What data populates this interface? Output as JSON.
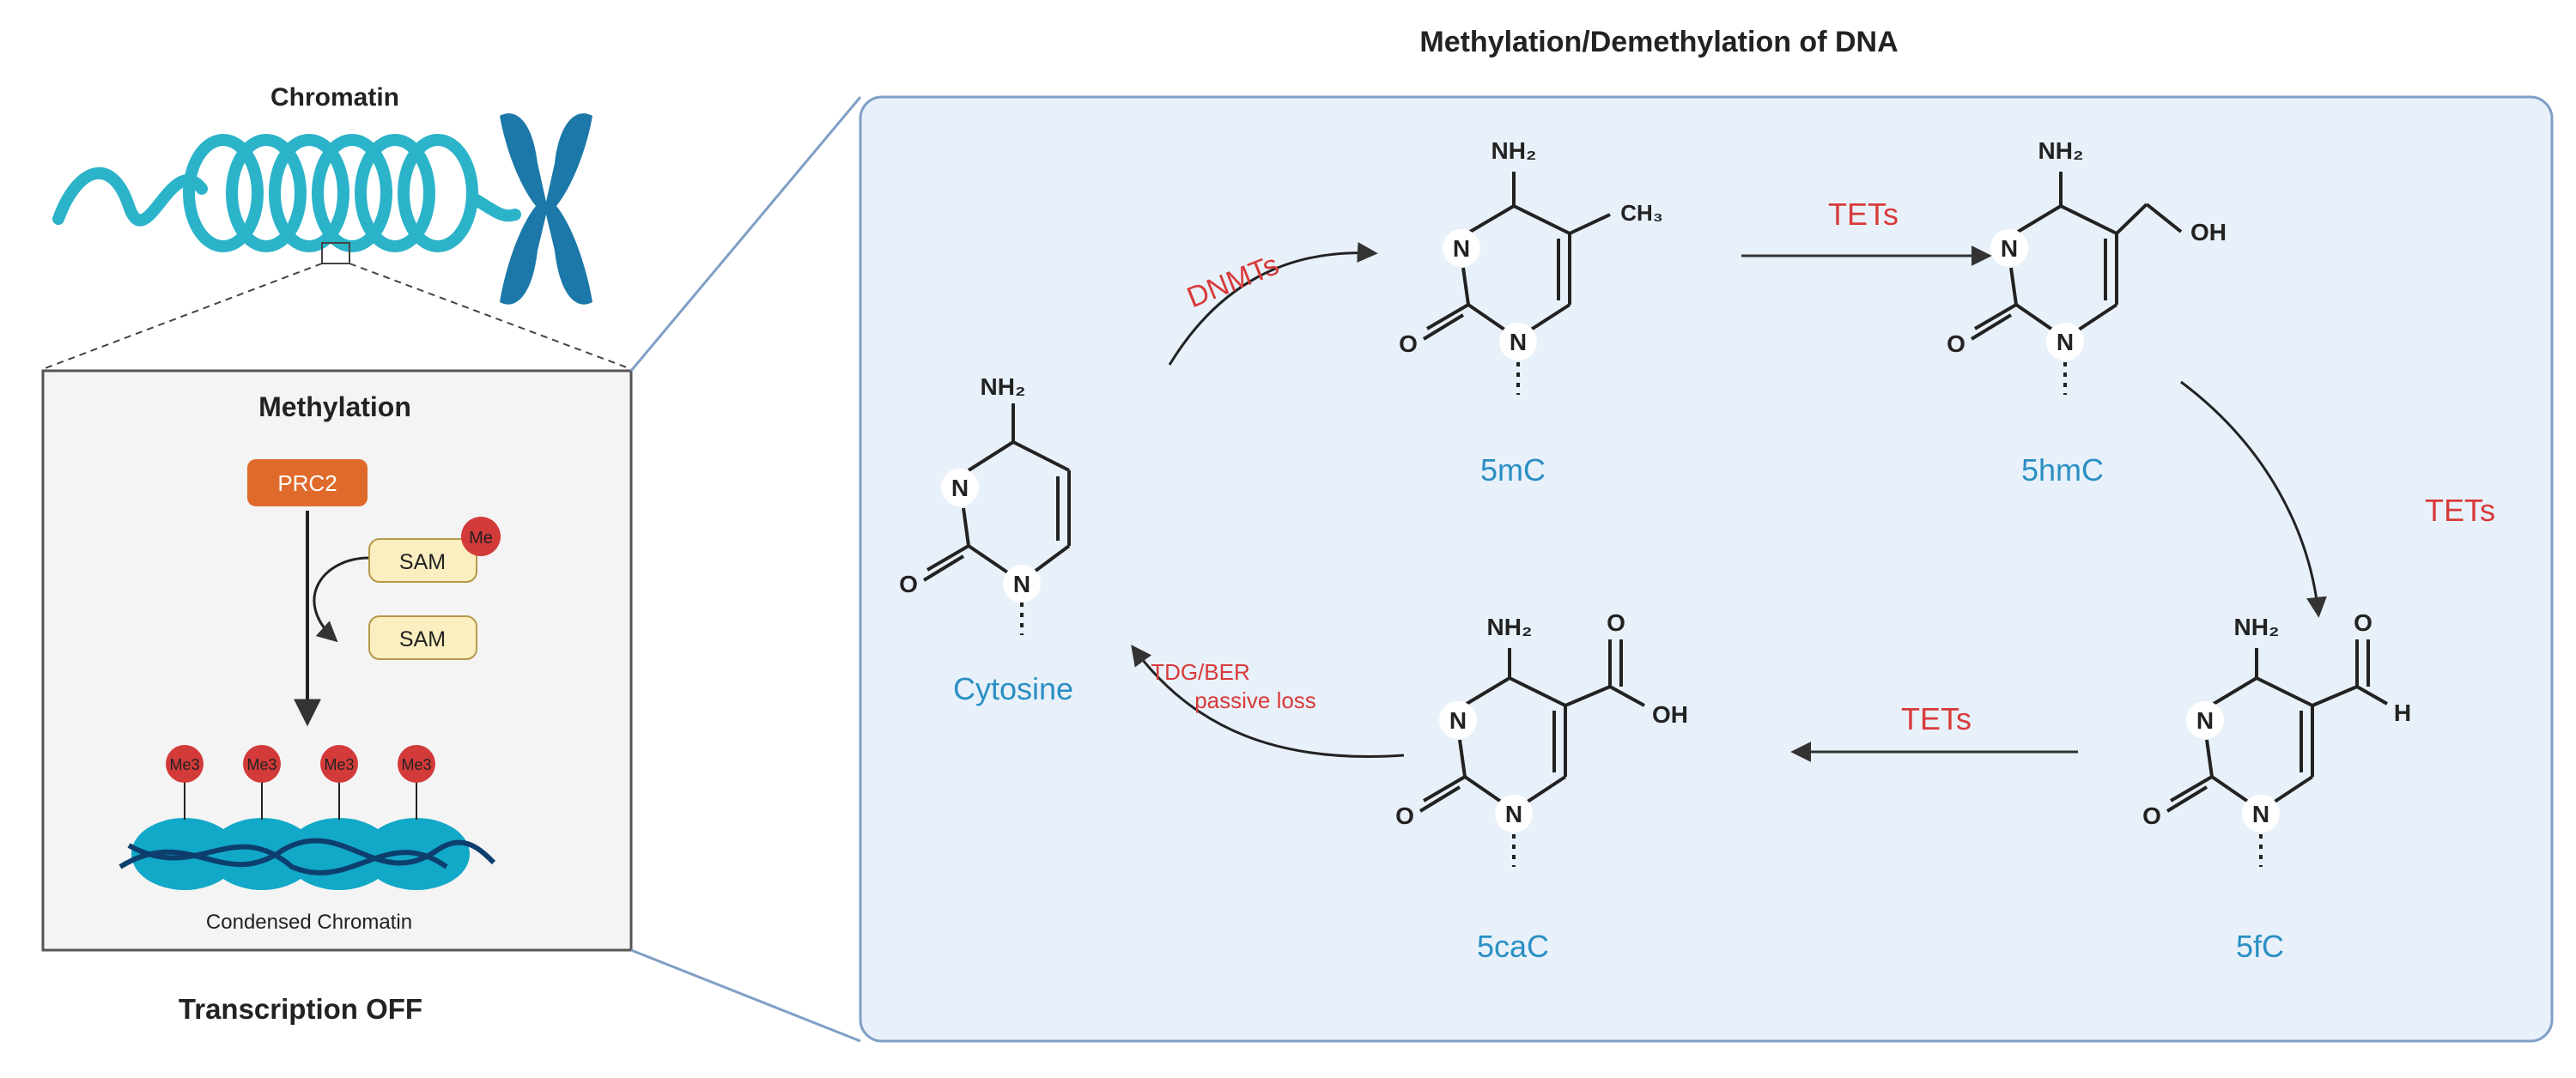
{
  "figure": {
    "chromatin_label": "Chromatin",
    "main_title": "Methylation/Demethylation of DNA"
  },
  "left_panel": {
    "heading": "Methylation",
    "prc2_label": "PRC2",
    "sam_top_label": "SAM",
    "me_badge": "Me",
    "sam_bottom_label": "SAM",
    "me3_badges": [
      "Me3",
      "Me3",
      "Me3",
      "Me3"
    ],
    "condensed_label": "Condensed Chromatin",
    "footer": "Transcription OFF"
  },
  "molecules": {
    "cytosine": {
      "name": "Cytosine",
      "nh2": "NH₂",
      "n_ring": "N",
      "n1": "N",
      "o": "O"
    },
    "m5c": {
      "name": "5mC",
      "nh2": "NH₂",
      "n_ring": "N",
      "n1": "N",
      "o": "O",
      "substituent": "CH₃"
    },
    "hm5c": {
      "name": "5hmC",
      "nh2": "NH₂",
      "n_ring": "N",
      "n1": "N",
      "o": "O",
      "substituent": "OH"
    },
    "f5c": {
      "name": "5fC",
      "nh2": "NH₂",
      "n_ring": "N",
      "n1": "N",
      "o": "O",
      "sub_o": "O",
      "sub_h": "H"
    },
    "ca5c": {
      "name": "5caC",
      "nh2": "NH₂",
      "n_ring": "N",
      "n1": "N",
      "o": "O",
      "sub_o": "O",
      "sub_oh": "OH"
    }
  },
  "enzymes": {
    "dnmts": "DNMTs",
    "tets_top": "TETs",
    "tets_right": "TETs",
    "tets_bottom": "TETs",
    "tdg_ber": "TDG/BER",
    "passive_loss": "passive loss"
  },
  "colors": {
    "chromatin_teal": "#2bb3c9",
    "chromosome_blue": "#1b78a8",
    "panel_bg": "#e8f1fa",
    "panel_border": "#7f9fc6",
    "molecule_label_blue": "#2a8fc3",
    "enzyme_red": "#d83a3a",
    "prc2_orange": "#e06a2b",
    "sam_fill": "#fbeec0",
    "me_red": "#d33a3a",
    "nucleosome_cyan": "#12a8c8"
  }
}
